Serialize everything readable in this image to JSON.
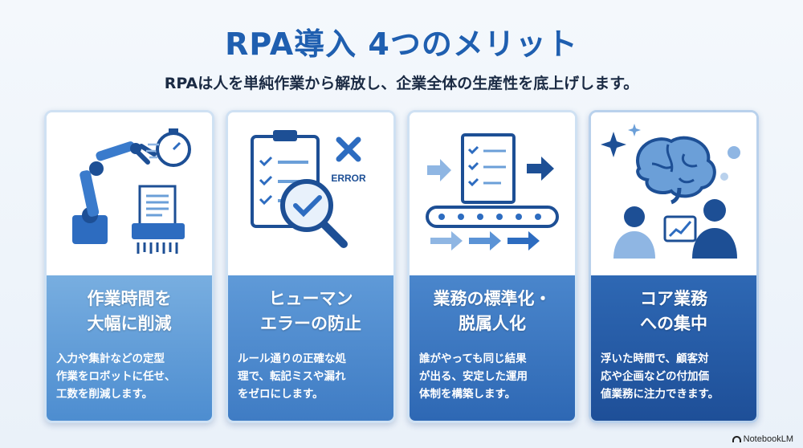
{
  "header": {
    "title": "RPA導入 4つのメリット",
    "subtitle": "RPAは人を単純作業から解放し、企業全体の生産性を底上げします。"
  },
  "cards": [
    {
      "heading_line1": "作業時間を",
      "heading_line2": "大幅に削減",
      "desc": [
        "入力や集計などの定型",
        "作業をロボットに任せ、",
        "工数を削減します。"
      ],
      "icon": "robot-arm-stopwatch-shredder-icon"
    },
    {
      "heading_line1": "ヒューマン",
      "heading_line2": "エラーの防止",
      "desc": [
        "ルール通りの正確な処",
        "理で、転記ミスや漏れ",
        "をゼロにします。"
      ],
      "icon": "checklist-magnifier-error-icon",
      "error_label": "ERROR"
    },
    {
      "heading_line1": "業務の標準化・",
      "heading_line2": "脱属人化",
      "desc": [
        "誰がやっても同じ結果",
        "が出る、安定した運用",
        "体制を構築します。"
      ],
      "icon": "conveyor-checklist-arrows-icon"
    },
    {
      "heading_line1": "コア業務",
      "heading_line2": "への集中",
      "desc": [
        "浮いた時間で、顧客対",
        "応や企画などの付加価",
        "値業務に注力できます。"
      ],
      "icon": "brain-people-chart-icon"
    }
  ],
  "colors": {
    "title": "#1f5fb0",
    "accent": "#2d6cc0",
    "dark": "#1d4f95"
  },
  "brand": {
    "label": "NotebookLM"
  }
}
